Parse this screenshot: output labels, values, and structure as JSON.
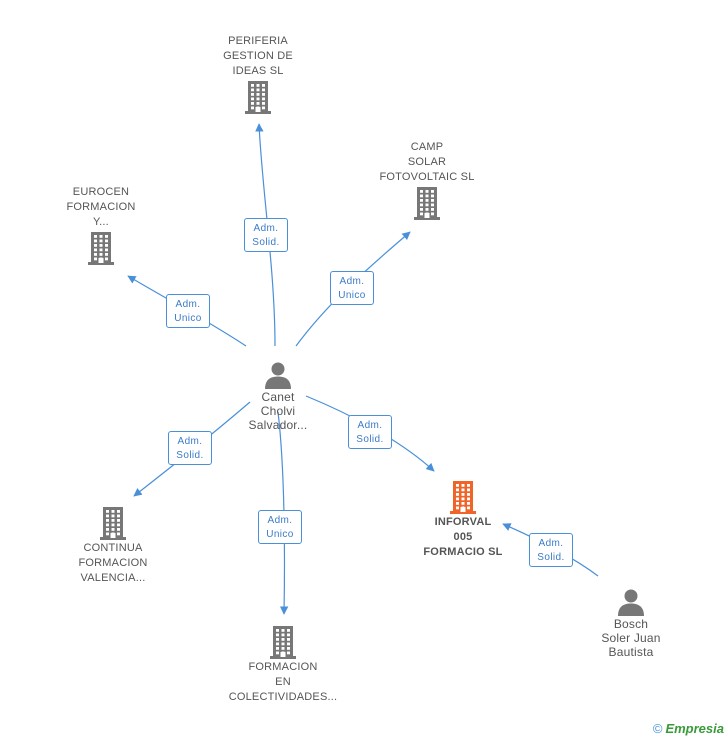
{
  "colors": {
    "edge": "#4a90d9",
    "company_icon": "#777777",
    "main_company_icon": "#f0642a",
    "person_icon": "#777777"
  },
  "nodes": {
    "periferia": {
      "lines": [
        "PERIFERIA",
        "GESTION DE",
        "IDEAS SL"
      ]
    },
    "camp": {
      "lines": [
        "CAMP",
        "SOLAR",
        "FOTOVOLTAIC SL"
      ]
    },
    "eurocen": {
      "lines": [
        "EUROCEN",
        "FORMACION",
        "Y..."
      ]
    },
    "canet": {
      "lines": [
        "Canet",
        "Cholvi",
        "Salvador..."
      ]
    },
    "continua": {
      "lines": [
        "CONTINUA",
        "FORMACION",
        "VALENCIA..."
      ]
    },
    "formacion": {
      "lines": [
        "FORMACION",
        "EN",
        "COLECTIVIDADES..."
      ]
    },
    "inforval": {
      "lines": [
        "INFORVAL",
        "005",
        "FORMACIO SL"
      ]
    },
    "bosch": {
      "lines": [
        "Bosch",
        "Soler Juan",
        "Bautista"
      ]
    }
  },
  "edges": {
    "canet_periferia": {
      "lines": [
        "Adm.",
        "Solid."
      ]
    },
    "canet_camp": {
      "lines": [
        "Adm.",
        "Unico"
      ]
    },
    "canet_eurocen": {
      "lines": [
        "Adm.",
        "Unico"
      ]
    },
    "canet_continua": {
      "lines": [
        "Adm.",
        "Solid."
      ]
    },
    "canet_formacion": {
      "lines": [
        "Adm.",
        "Unico"
      ]
    },
    "canet_inforval": {
      "lines": [
        "Adm.",
        "Solid."
      ]
    },
    "bosch_inforval": {
      "lines": [
        "Adm.",
        "Solid."
      ]
    }
  },
  "footer": {
    "copyright": "©",
    "brand": "Empresia"
  }
}
